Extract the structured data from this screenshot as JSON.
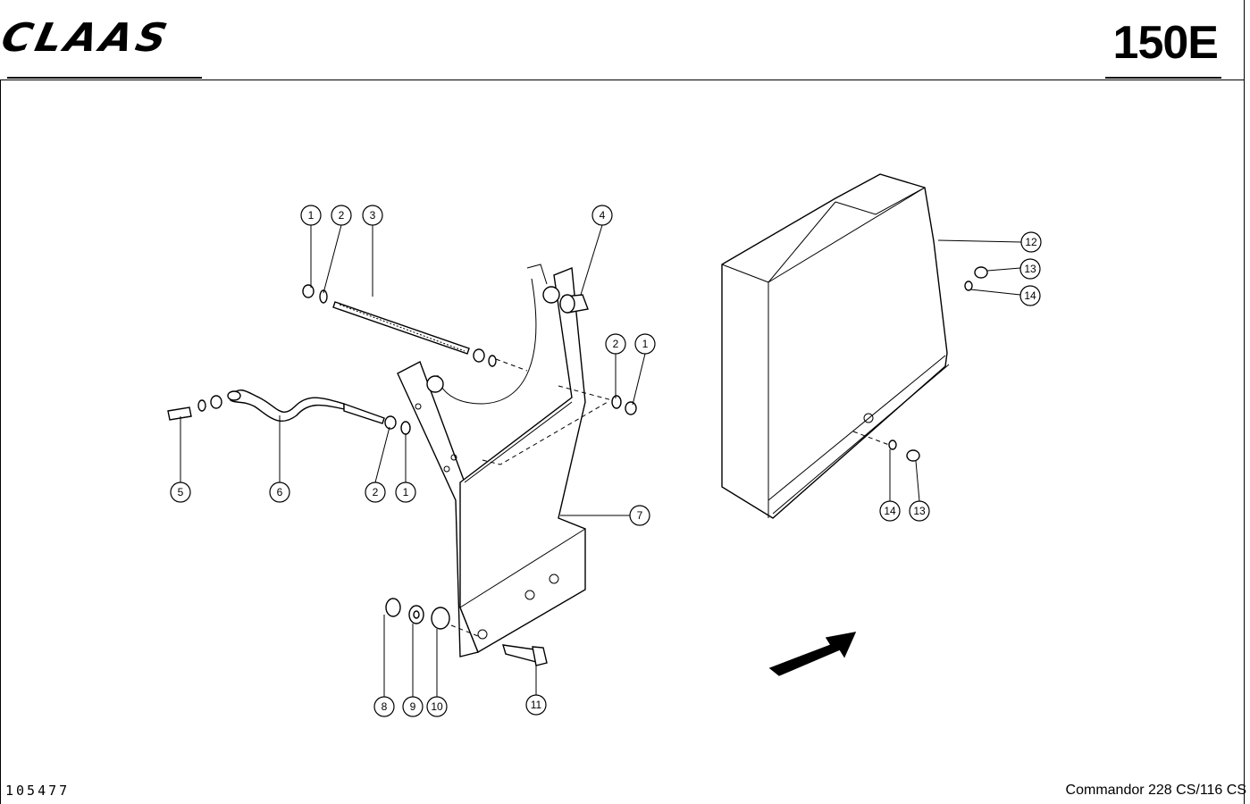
{
  "header": {
    "brand": "CLAAS",
    "page_code": "150E"
  },
  "footer": {
    "drawing_number": "105477",
    "model": "Commandor 228 CS/116 CS"
  },
  "callouts": [
    "1",
    "2",
    "3",
    "4",
    "2",
    "1",
    "5",
    "6",
    "2",
    "1",
    "7",
    "8",
    "9",
    "10",
    "11",
    "12",
    "13",
    "14",
    "14",
    "13"
  ]
}
